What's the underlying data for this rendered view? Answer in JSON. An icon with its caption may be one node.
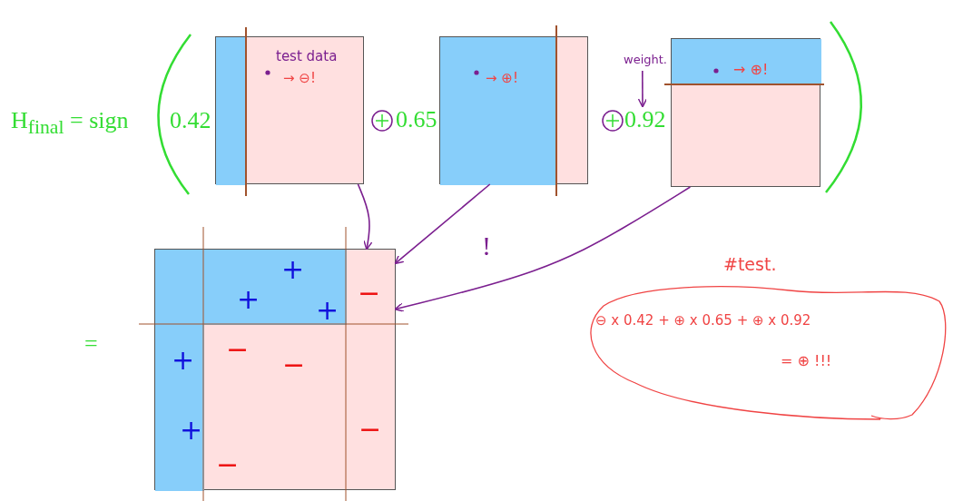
{
  "diagram": {
    "nodes": [
      {
        "text": [
          "test data",
          "→ ⊖!"
        ]
      },
      {
        "text": [
          "→ ⊕!"
        ]
      },
      {
        "text": [
          "→ ⊕!"
        ]
      },
      {
        "text": [
          "weight."
        ]
      },
      {
        "text": [
          "0.92"
        ]
      },
      {
        "text": [
          "+",
          "+",
          "+",
          "−",
          "+",
          "−",
          "−",
          "+",
          "−",
          "−"
        ]
      },
      {
        "text": [
          "#test.",
          "⊖ x 0.42 + ⊕ x 0.65 + ⊕ x 0.92",
          "= ⊕ !!!"
        ]
      }
    ],
    "edges": [
      {
        "from": 0,
        "to": 5,
        "arrow": "to"
      },
      {
        "from": 1,
        "to": 5,
        "arrow": "to"
      },
      {
        "from": 2,
        "to": 5,
        "arrow": "to"
      },
      {
        "from": 3,
        "to": 4,
        "arrow": "to"
      }
    ],
    "labels": [
      "H$_{final}$ = sign",
      "0.42",
      "0.65",
      "=",
      "!"
    ]
  }
}
